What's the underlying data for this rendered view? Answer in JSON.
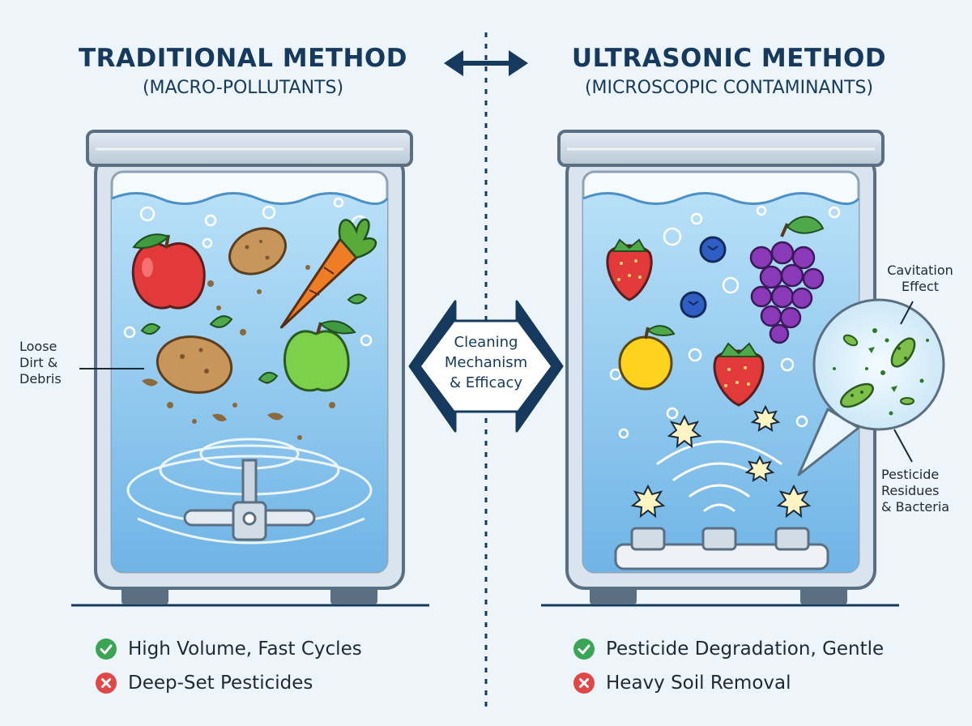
{
  "left": {
    "title": "TRADITIONAL METHOD",
    "subtitle": "(MACRO-POLLUTANTS)",
    "callout": [
      "Loose",
      "Dirt &",
      "Debris"
    ],
    "features": [
      {
        "status": "check",
        "text": "High Volume, Fast Cycles"
      },
      {
        "status": "cross",
        "text": "Deep-Set Pesticides"
      }
    ]
  },
  "right": {
    "title": "ULTRASONIC METHOD",
    "subtitle": "(MICROSCOPIC CONTAMINANTS)",
    "callout_top": [
      "Cavitation",
      "Effect"
    ],
    "callout_bottom": [
      "Pesticide",
      "Residues",
      "& Bacteria"
    ],
    "features": [
      {
        "status": "check",
        "text": "Pesticide Degradation, Gentle"
      },
      {
        "status": "cross",
        "text": "Heavy Soil Removal"
      }
    ]
  },
  "center": {
    "label": [
      "Cleaning",
      "Mechanism",
      "& Efficacy"
    ]
  },
  "colors": {
    "navy": "#163a5e",
    "water": "#8cc8ee",
    "tank_frame": "#a9b9c8",
    "check": "#3aa655",
    "cross": "#e04848",
    "background": "#eef5fa"
  }
}
